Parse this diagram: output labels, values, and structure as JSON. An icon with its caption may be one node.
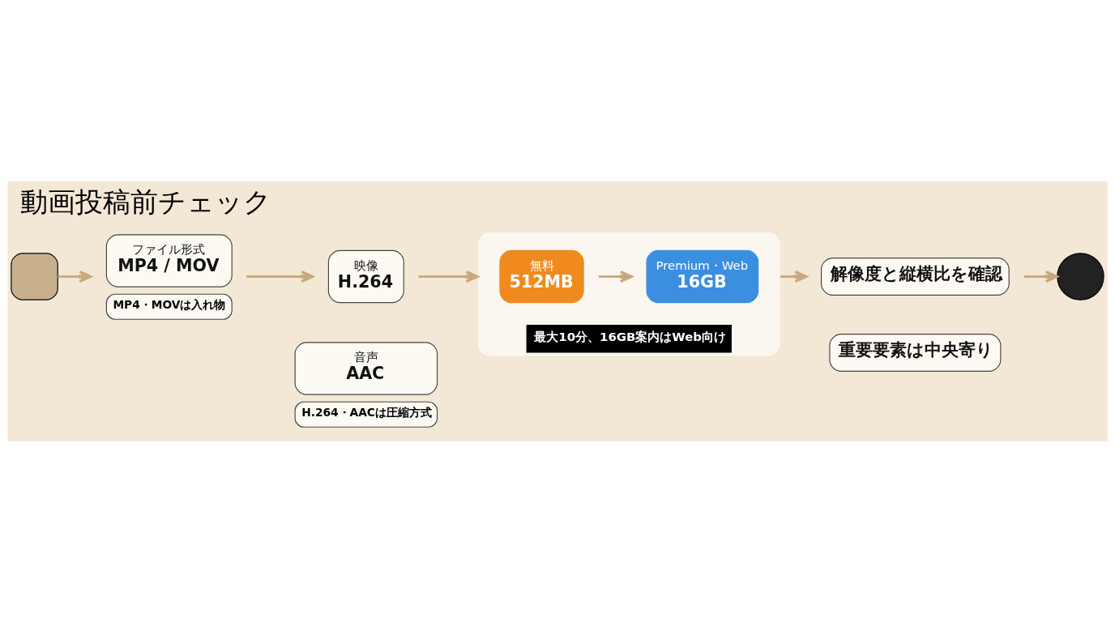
{
  "diagram": {
    "title": "動画投稿前チェック",
    "nodes": [
      {
        "text": [],
        "shape": "film"
      },
      {
        "text": [
          "ファイル形式",
          "MP4 / MOV"
        ],
        "beside": [
          "MP4・MOVは入れ物"
        ]
      },
      {
        "text": [
          "映像",
          "H.264"
        ]
      },
      {
        "text": [
          "音声",
          "AAC"
        ],
        "beside": [
          "H.264・AACは圧縮方式"
        ]
      },
      {
        "text": [
          "最大10分、16GB案内はWeb向け"
        ]
      },
      {
        "text": [
          "無料",
          "512MB"
        ],
        "in": 4
      },
      {
        "text": [
          "Premium・Web",
          "16GB"
        ],
        "in": 4
      },
      {
        "text": [
          "解像度と縦横比を確認"
        ]
      },
      {
        "text": [
          "重要要素は中央寄り"
        ]
      },
      {
        "text": [],
        "shape": "upload"
      }
    ],
    "edges": [
      {
        "from": 0,
        "to": 1,
        "arrow": "to"
      },
      {
        "from": 1,
        "to": 2,
        "arrow": "to"
      },
      {
        "from": 2,
        "to": 4,
        "arrow": "to"
      },
      {
        "from": 5,
        "to": 6,
        "arrow": "to"
      },
      {
        "from": 4,
        "to": 7,
        "arrow": "to"
      },
      {
        "from": 7,
        "to": 9,
        "arrow": "to"
      }
    ]
  }
}
